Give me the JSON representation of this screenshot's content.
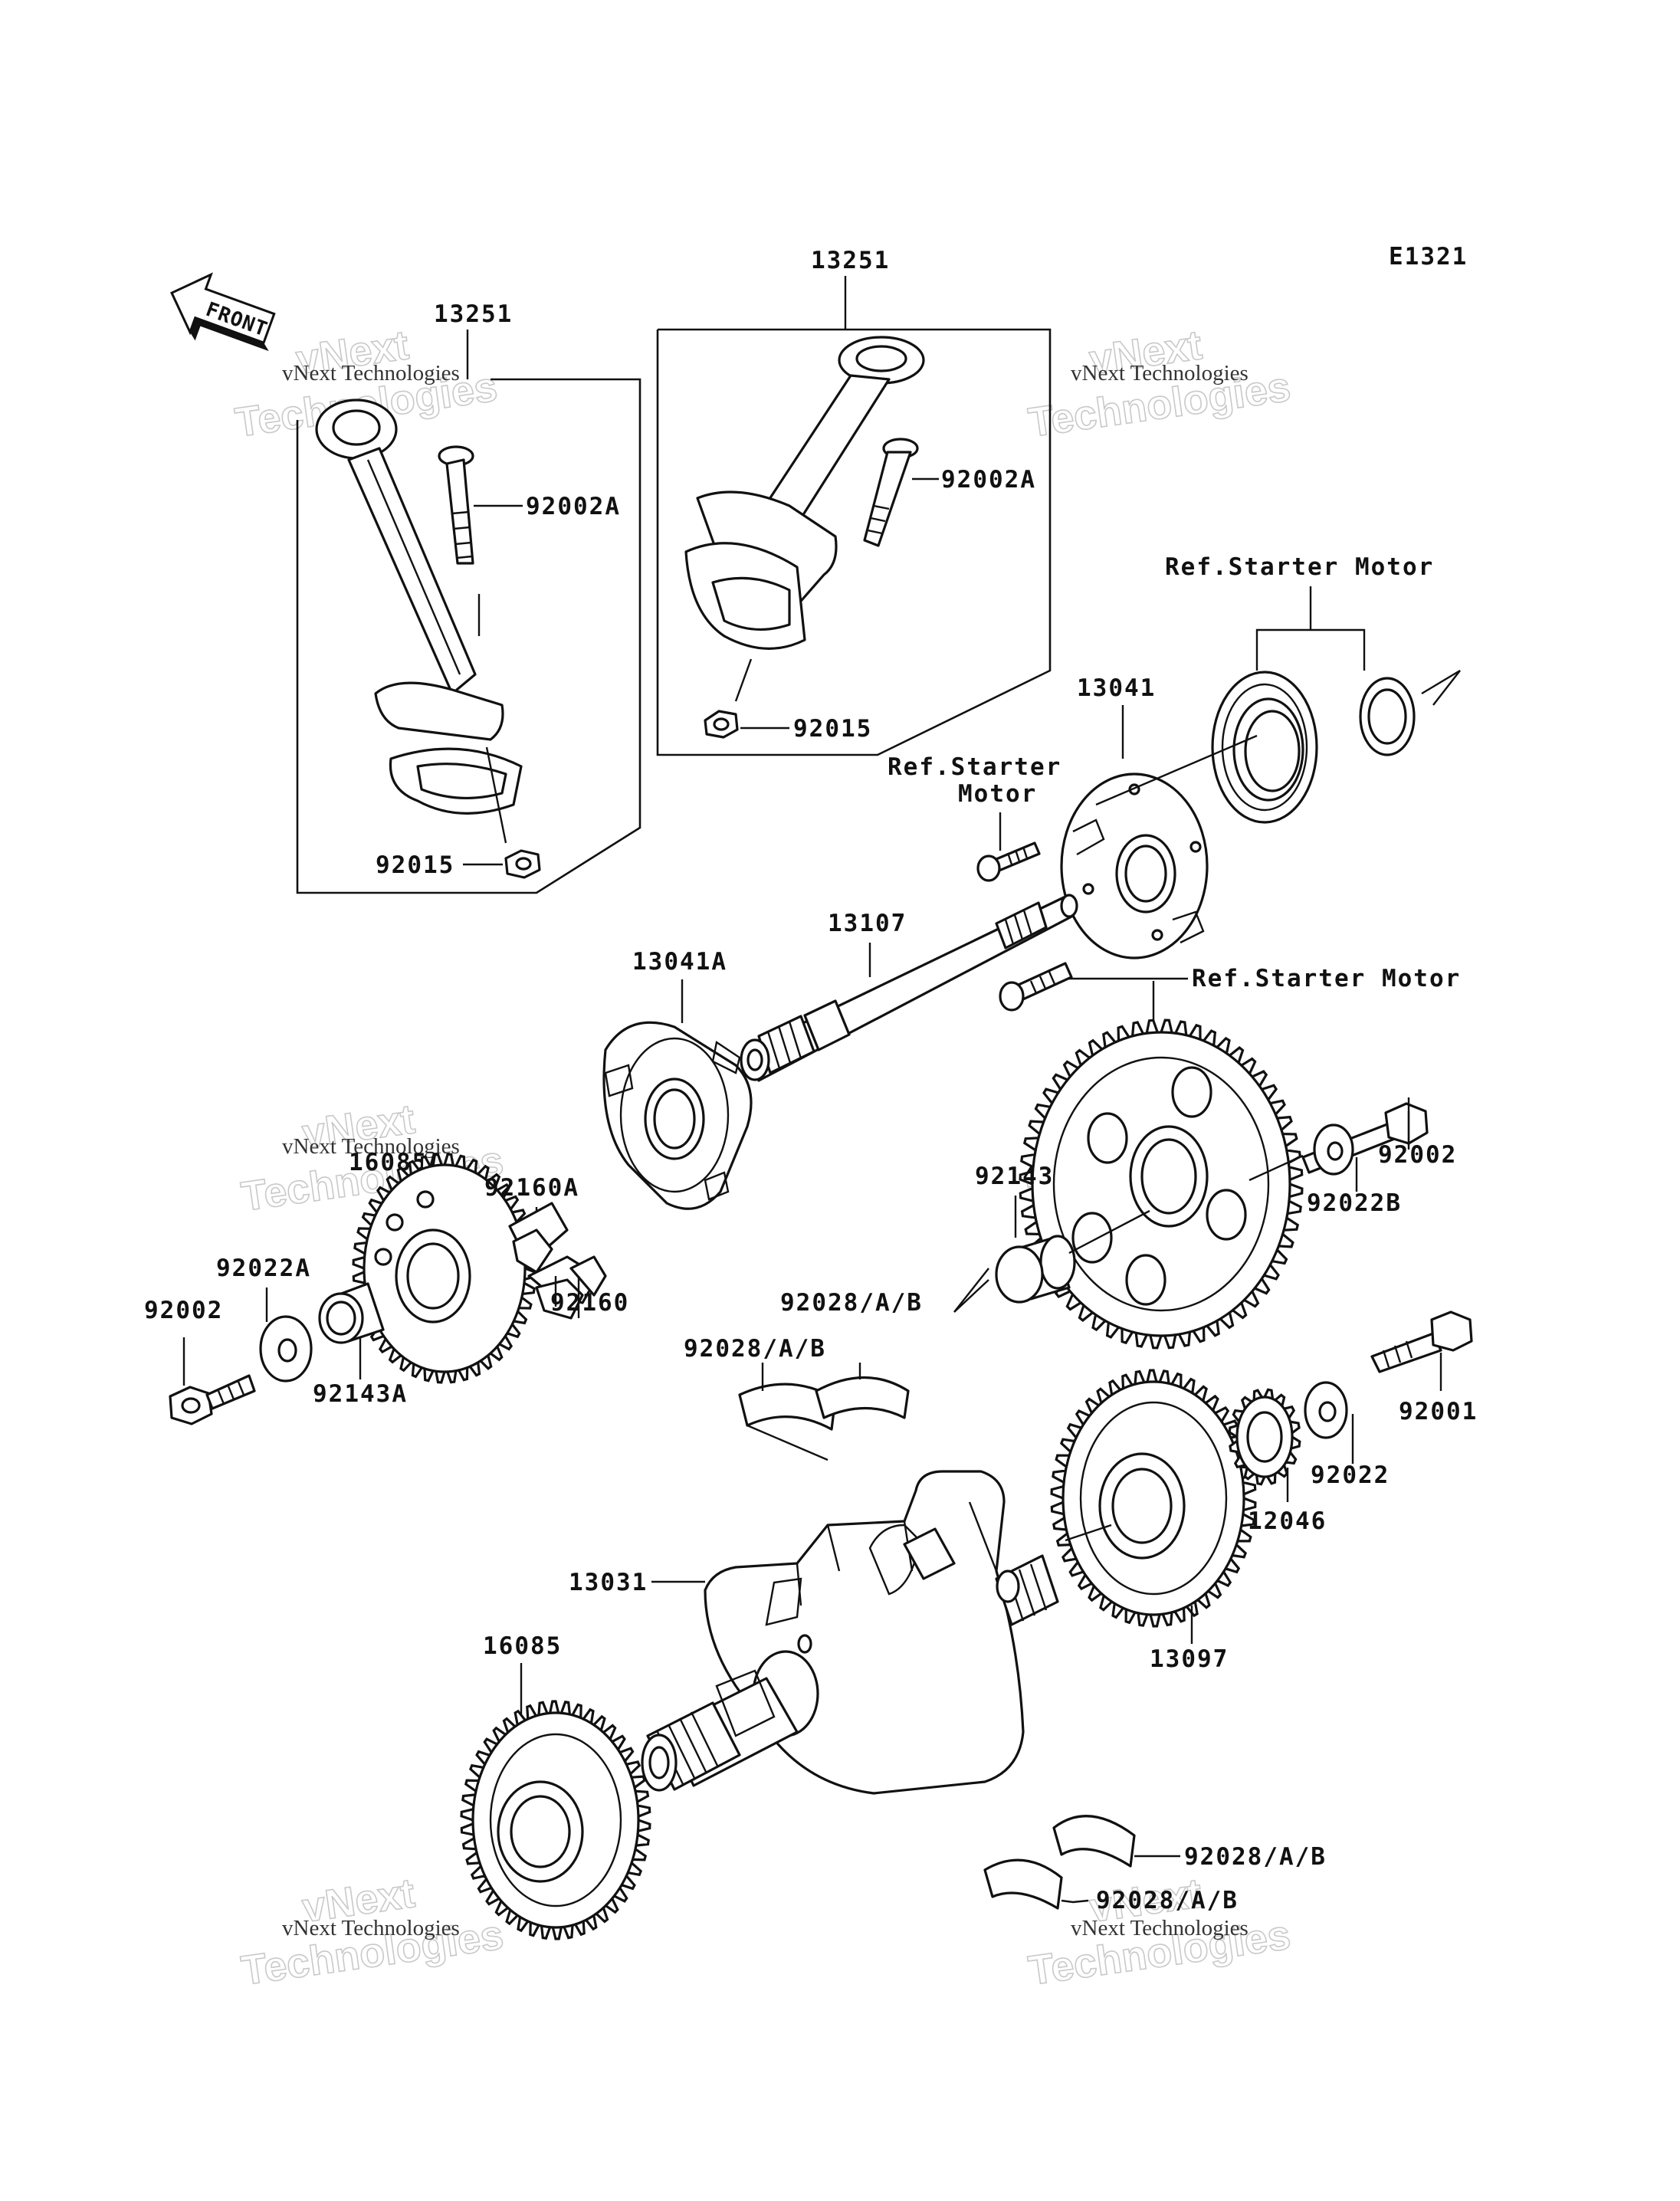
{
  "diagram_code": "E1321",
  "front_indicator": "FRONT",
  "labels": {
    "rod_left": "13251",
    "bolt_left": "92002A",
    "nut_left": "92015",
    "rod_right": "13251",
    "bolt_right": "92002A",
    "nut_right": "92015",
    "ref_starter_top": "Ref.Starter Motor",
    "coupling": "13041",
    "ref_starter_mid_1": "Ref.Starter",
    "ref_starter_mid_2": "Motor",
    "shaft": "13107",
    "coupling_a": "13041A",
    "ref_starter_right": "Ref.Starter Motor",
    "damper_a": "92160A",
    "gear_assy_a": "16085A",
    "damper": "92160",
    "washer_a": "92022A",
    "bolt_a": "92002",
    "collar_a": "92143A",
    "collar": "92143",
    "bolt_b": "92002",
    "washer_b": "92022B",
    "bearing_1": "92028/A/B",
    "bearing_2": "92028/A/B",
    "crankshaft": "13031",
    "gear_13097": "13097",
    "gear_12046": "12046",
    "washer_92022": "92022",
    "bolt_92001": "92001",
    "gear_16085": "16085",
    "bearing_3": "92028/A/B",
    "bearing_4": "92028/A/B"
  },
  "watermark": {
    "top": "vNext",
    "bottom": "Technologies",
    "caption": "vNext Technologies"
  }
}
